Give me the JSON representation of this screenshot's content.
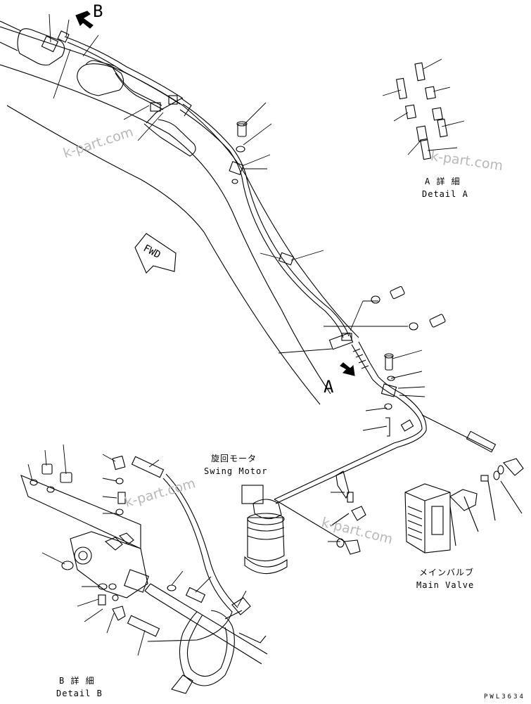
{
  "labels": {
    "view_b": "B",
    "view_a": "A",
    "detail_a_jp": "A 詳 細",
    "detail_a_en": "Detail A",
    "detail_b_jp": "B 詳 細",
    "detail_b_en": "Detail B",
    "swing_motor_jp": "旋回モータ",
    "swing_motor_en": "Swing Motor",
    "main_valve_jp": "メインバルブ",
    "main_valve_en": "Main Valve",
    "fwd": "FWD",
    "drawing_code": "PWL3634"
  },
  "watermarks": [
    "k-part.com",
    "k-part.com",
    "k-part.com",
    "k-part.com"
  ]
}
